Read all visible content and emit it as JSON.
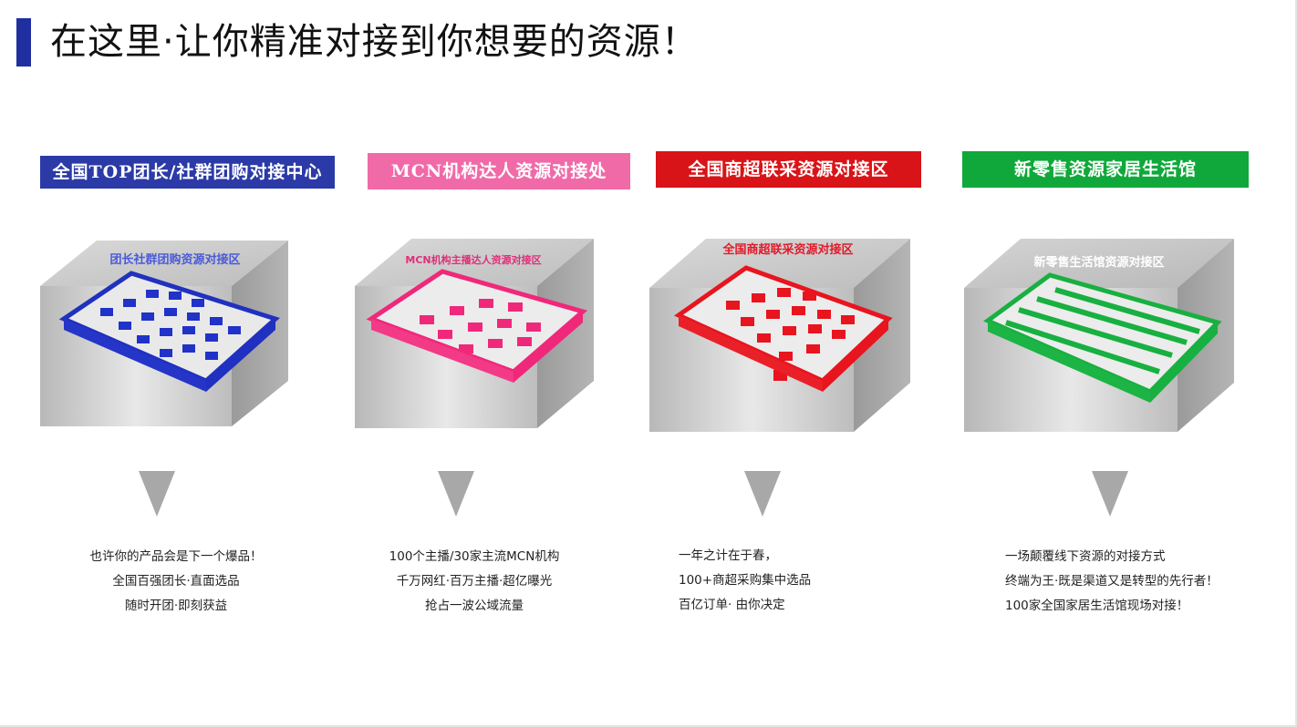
{
  "page": {
    "title": "在这里·让你精准对接到你想要的资源！"
  },
  "zones": [
    {
      "label": "全国TOP团长/社群团购对接中心",
      "label_bg": "#2b3aa6",
      "label_color": "#ffffff",
      "box_caption": "团长社群团购资源对接区",
      "caption_color": "#4a5ad8",
      "accent": "#1f2cc8",
      "lines": [
        "也许你的产品会是下一个爆品！",
        "全国百强团长·直面选品",
        "随时开团·即刻获益"
      ]
    },
    {
      "label": "MCN机构达人资源对接处",
      "label_bg": "#f06aa8",
      "label_color": "#ffffff",
      "box_caption": "MCN机构主播达人资源对接区",
      "caption_color": "#e0307a",
      "accent": "#f0287a",
      "lines": [
        "100个主播/30家主流MCN机构",
        "千万网红·百万主播·超亿曝光",
        "抢占一波公域流量"
      ]
    },
    {
      "label": "全国商超联采资源对接区",
      "label_bg": "#d91418",
      "label_color": "#ffffff",
      "box_caption": "全国商超联采资源对接区",
      "caption_color": "#e01a2a",
      "accent": "#e8141e",
      "lines": [
        "一年之计在于春，",
        "100+商超采购集中选品",
        "百亿订单· 由你决定"
      ]
    },
    {
      "label": "新零售资源家居生活馆",
      "label_bg": "#10a83a",
      "label_color": "#ffffff",
      "box_caption": "新零售生活馆资源对接区",
      "caption_color": "#ffffff",
      "accent": "#18b040",
      "lines": [
        "一场颠覆线下资源的对接方式",
        "终端为王·既是渠道又是转型的先行者！",
        "100家全国家居生活馆现场对接！"
      ]
    }
  ]
}
